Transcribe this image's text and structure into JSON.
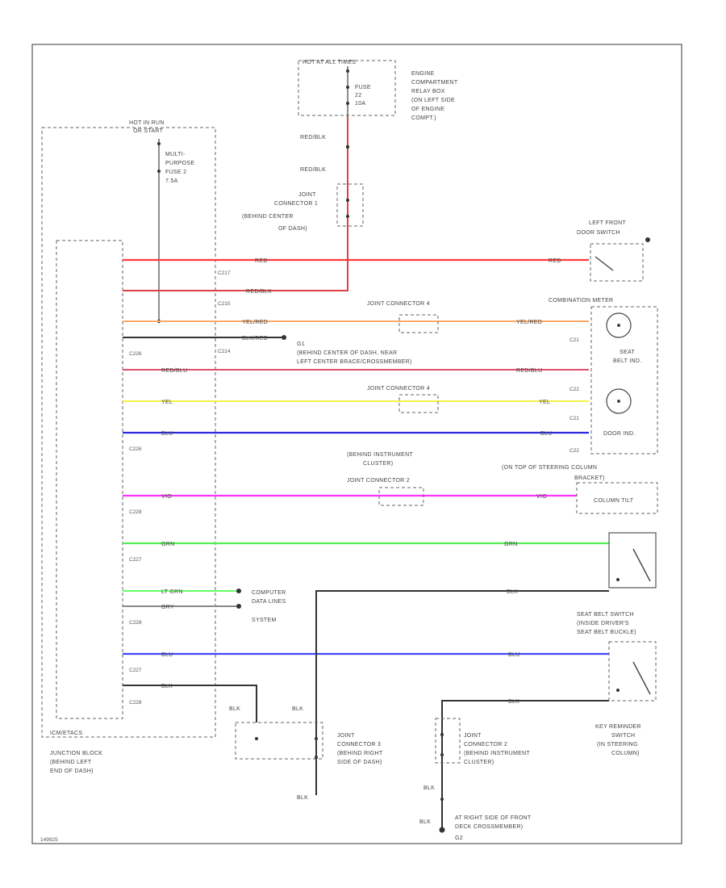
{
  "wire_colors": {
    "RED": "#ff3b3b",
    "RED/BLK": "#e04040",
    "YEL/RED": "#ffaa66",
    "RED/BLU": "#e0506a",
    "YEL": "#f2f24a",
    "BLU": "#2a2ae0",
    "VIO": "#ff33ff",
    "GRN": "#55ee55",
    "LT GRN": "#66ff66",
    "GRY": "#888888",
    "BLK": "#333333",
    "BLU2": "#4444ff"
  },
  "labels": {
    "hot_at_all_times": "HOT AT ALL TIMES",
    "engine_box": [
      "ENGINE",
      "COMPARTMENT",
      "RELAY BOX",
      "(ON LEFT SIDE",
      "OF ENGINE",
      "COMPT.)"
    ],
    "fuse_box": [
      "FUSE",
      "22",
      "10A"
    ],
    "hot_in_run": [
      "HOT IN RUN",
      "OR START"
    ],
    "mpf": [
      "MULTI-",
      "PURPOSE",
      "FUSE 2",
      "7.5A"
    ],
    "red_blk_1": "RED/BLK",
    "red_blk_2": "RED/BLK",
    "joint_conn_1": [
      "JOINT",
      "CONNECTOR 1",
      "(BEHIND CENTER",
      "OF DASH)"
    ],
    "left_front_door": [
      "LEFT FRONT",
      "DOOR SWITCH"
    ],
    "combination_meter": "COMBINATION METER",
    "seat_belt_ind": [
      "SEAT",
      "BELT IND."
    ],
    "door_ind": "DOOR IND.",
    "joint_conn_4a": "JOINT CONNECTOR 4",
    "joint_conn_4b": "JOINT CONNECTOR 4",
    "g_ground": [
      "G1",
      "(BEHIND CENTER OF DASH, NEAR",
      "LEFT CENTER BRACE/CROSSMEMBER)"
    ],
    "behind_cluster": [
      "(BEHIND INSTRUMENT",
      "CLUSTER)",
      "JOINT CONNECTOR 2"
    ],
    "steering_col": [
      "(ON TOP OF STEERING COLUMN",
      "BRACKET)"
    ],
    "column_tilt": "COLUMN TILT",
    "computer_data": [
      "COMPUTER",
      "DATA LINES",
      "SYSTEM"
    ],
    "seat_belt_switch": [
      "SEAT BELT SWITCH",
      "(INSIDE DRIVER'S",
      "SEAT BELT BUCKLE)"
    ],
    "key_reminder": [
      "KEY REMINDER",
      "SWITCH",
      "(IN STEERING",
      "COLUMN)"
    ],
    "junction_block": [
      "JUNCTION BLOCK",
      "(BEHIND LEFT",
      "END OF DASH)"
    ],
    "jb_code": "ICM/ETACS",
    "joint_conn_3": [
      "JOINT",
      "CONNECTOR 3",
      "(BEHIND RIGHT",
      "SIDE OF DASH)"
    ],
    "joint_conn_2": [
      "JOINT",
      "CONNECTOR 2",
      "(BEHIND INSTRUMENT",
      "CLUSTER)"
    ],
    "ground_right": [
      "AT RIGHT SIDE OF FRONT",
      "DECK CROSSMEMBER)"
    ],
    "ground_code": "G2",
    "diagram_id": "149925",
    "wires": {
      "red": "RED",
      "red_blk": "RED/BLK",
      "yel_red": "YEL/RED",
      "blk_red": "BLK/RED",
      "red_blu": "RED/BLU",
      "yel": "YEL",
      "blu": "BLU",
      "vio": "VIO",
      "grn": "GRN",
      "lt_grn": "LT GRN",
      "gry": "GRY",
      "blk": "BLK"
    },
    "conn_codes": [
      "C217",
      "C215",
      "C214",
      "C226",
      "C226",
      "C228",
      "C227",
      "C228",
      "C227",
      "C228"
    ],
    "meter_codes": [
      "C21",
      "C22",
      "C21",
      "C22"
    ]
  }
}
